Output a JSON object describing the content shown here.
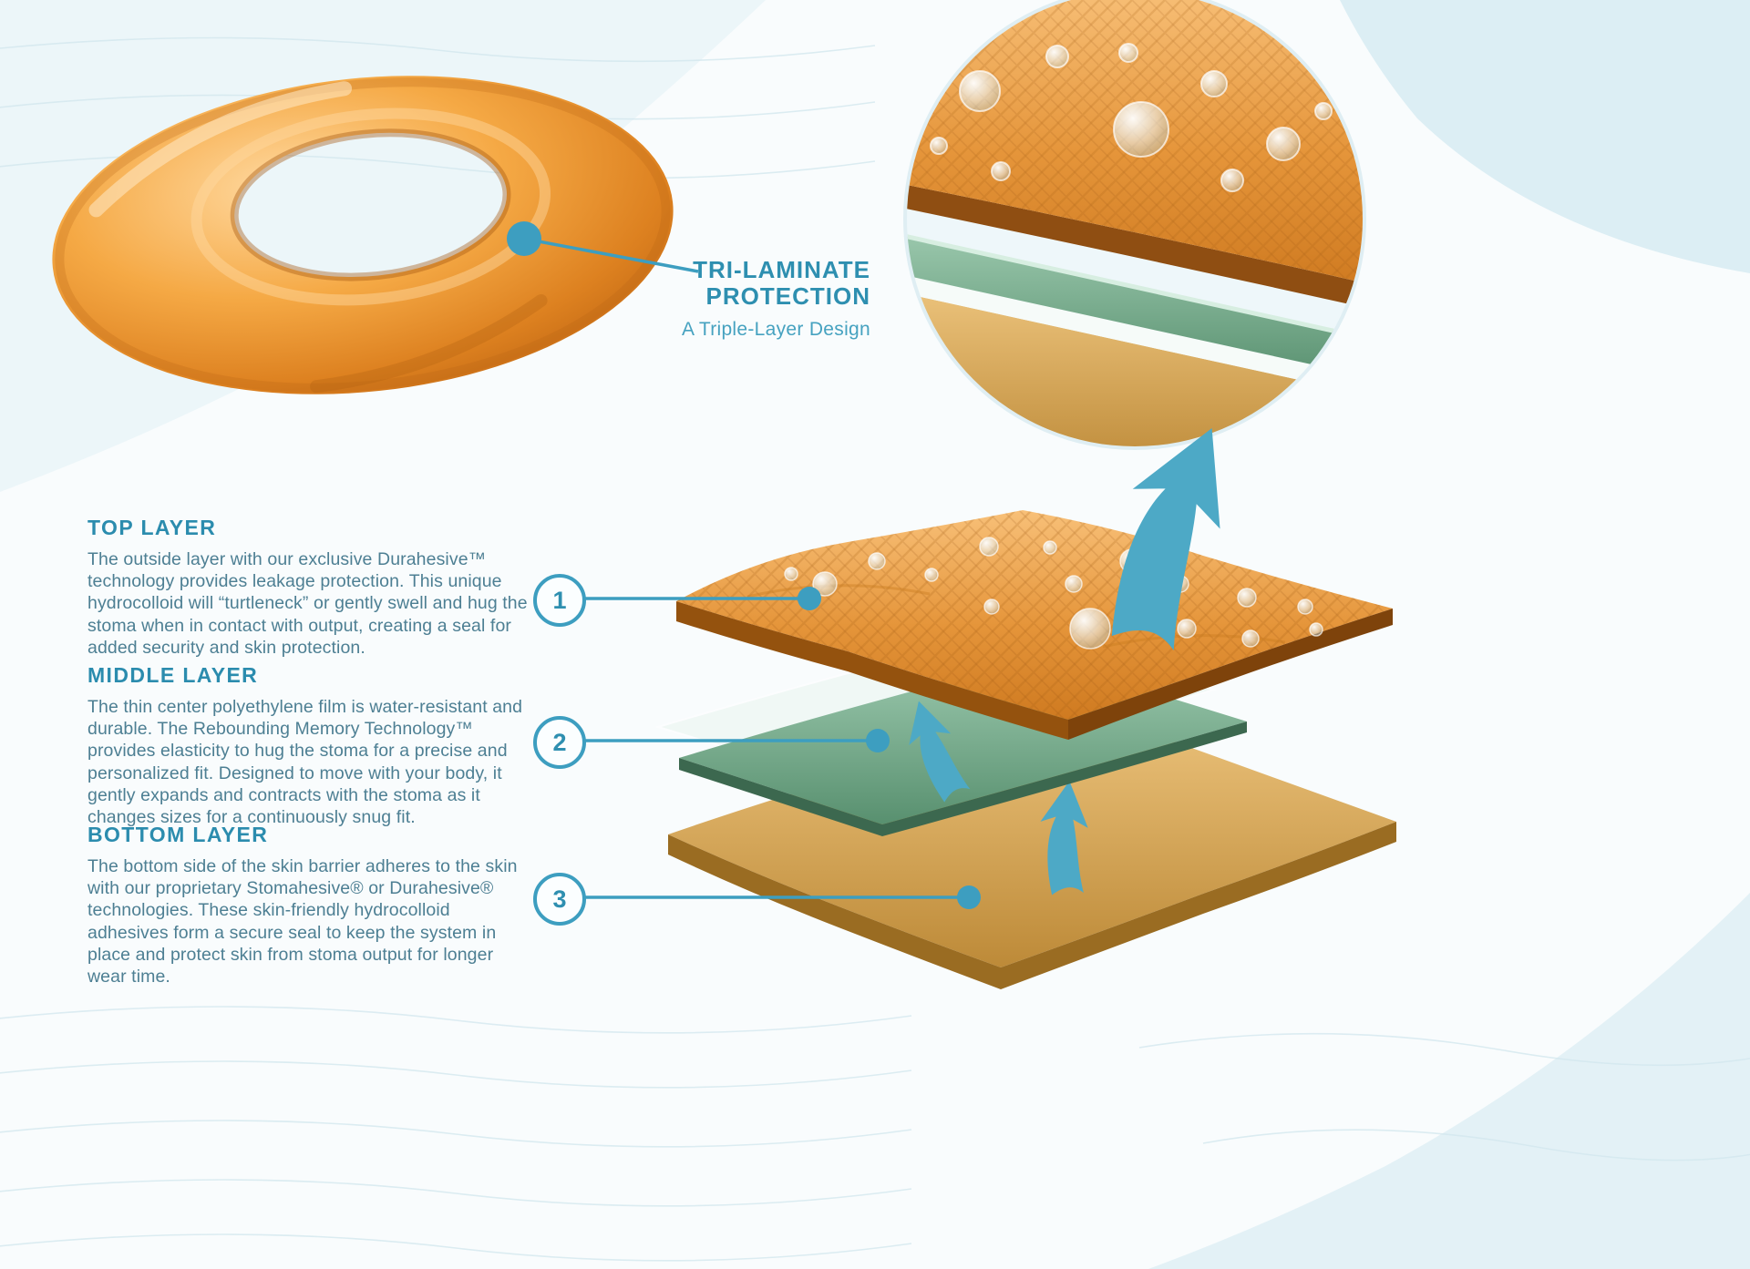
{
  "callout": {
    "title": [
      "TRI-LAMINATE",
      "PROTECTION"
    ],
    "subtitle": "A Triple-Layer Design"
  },
  "sections": [
    {
      "heading": "TOP LAYER",
      "body": "The outside layer with our exclusive Durahesive™ technology provides leakage protection. This unique hydrocolloid will “turtleneck” or gently swell and hug the stoma when in contact with output, creating a seal for added security and skin protection."
    },
    {
      "heading": "MIDDLE LAYER",
      "body": "The thin center polyethylene film is water-resistant and durable. The Rebounding Memory Technology™ provides elasticity to hug the stoma for a precise and personalized fit. Designed to move with your body, it gently expands and contracts with the stoma as it changes sizes for a continuously snug fit."
    },
    {
      "heading": "BOTTOM LAYER",
      "body": "The bottom side of the skin barrier adheres to the skin with our proprietary Stomahesive® or Durahesive® technologies. These skin-friendly hydrocolloid adhesives form a secure seal to keep the system in place and protect skin from stoma output for longer wear time."
    }
  ],
  "markers": [
    "1",
    "2",
    "3"
  ],
  "colors": {
    "accent_teal": "#3d9ec0",
    "heading_teal": "#2b8cae",
    "body_teal_gray": "#4d7f93",
    "barrier_orange": "#e5953a",
    "film_green": "#5c8f73",
    "adhesive_tan": "#c28d3c",
    "background_blue": "#dceef4"
  }
}
